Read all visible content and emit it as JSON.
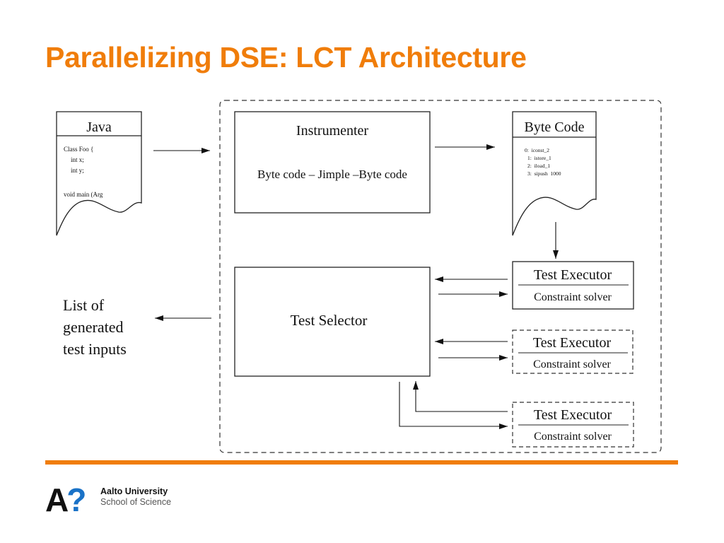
{
  "slide": {
    "title": "Parallelizing DSE: LCT Architecture"
  },
  "diagram": {
    "java_doc": {
      "title": "Java",
      "code": [
        "Class Foo {",
        "int x;",
        "int y;",
        "",
        "void main (Arg"
      ]
    },
    "instrumenter": {
      "title": "Instrumenter",
      "subtitle": "Byte code – Jimple –Byte code"
    },
    "bytecode_doc": {
      "title": "Byte Code",
      "code": [
        "0:  iconst_2",
        "1:  istore_1",
        "2:  iload_1",
        "3:  sipush  1000"
      ]
    },
    "test_selector": {
      "title": "Test Selector"
    },
    "test_executors": [
      {
        "title": "Test Executor",
        "subtitle": "Constraint solver",
        "border": "solid"
      },
      {
        "title": "Test Executor",
        "subtitle": "Constraint solver",
        "border": "dashed"
      },
      {
        "title": "Test Executor",
        "subtitle": "Constraint solver",
        "border": "dashed"
      }
    ],
    "output_label": [
      "List of",
      "generated",
      "test inputs"
    ]
  },
  "footer": {
    "logo_text": "A",
    "logo_symbol": "?",
    "university": "Aalto University",
    "school": "School of Science",
    "accent_color": "#f07d0a",
    "logo_color": "#1a72c7"
  }
}
